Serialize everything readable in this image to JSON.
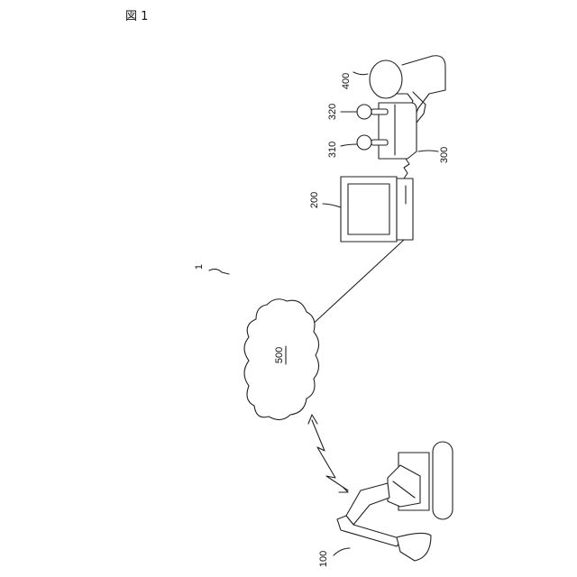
{
  "figure": {
    "title": "図 1"
  },
  "labels": {
    "system": "1",
    "work_machine": "100",
    "terminal": "200",
    "operating_device": "300",
    "lever_1": "310",
    "lever_2": "320",
    "operator": "400",
    "network": "500"
  }
}
